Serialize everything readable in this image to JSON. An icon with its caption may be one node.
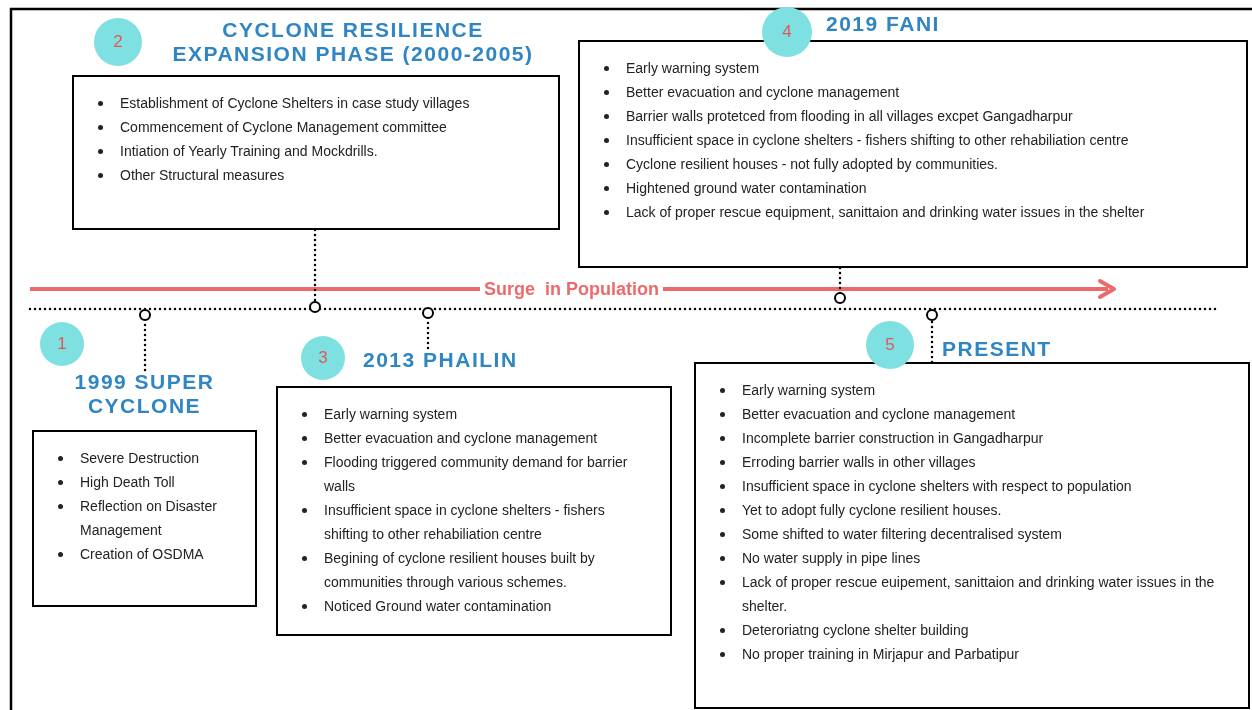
{
  "diagram": {
    "nodes": [
      {
        "text": [
          "1"
        ]
      },
      {
        "text": [
          "1999 SUPER CYCLONE",
          "Severe Destruction",
          "High Death Toll",
          "Reflection on Disaster Management",
          "Creation of OSDMA"
        ]
      },
      {
        "text": [
          "2"
        ]
      },
      {
        "text": [
          "CYCLONE RESILIENCE EXPANSION PHASE (2000-2005)",
          "Establishment of Cyclone Shelters in case study villages",
          "Commencement of Cyclone Management committee",
          "Intiation of Yearly Training and Mockdrills.",
          "Other Structural measures"
        ]
      },
      {
        "text": [
          "3"
        ]
      },
      {
        "text": [
          "2013 PHAILIN",
          "Early warning system",
          "Better evacuation and cyclone management",
          "Flooding triggered community demand for barrier walls",
          "Insufficient space in cyclone shelters - fishers shifting to other rehabiliation centre",
          "Begining of cyclone resilient houses  built by communities through various schemes.",
          "Noticed Ground water contamination"
        ]
      },
      {
        "text": [
          "4"
        ]
      },
      {
        "text": [
          "2019 FANI",
          "Early warning system",
          "Better evacuation and cyclone management",
          "Barrier walls protetced from flooding in all villages excpet Gangadharpur",
          "Insufficient space in cyclone shelters - fishers shifting to other rehabiliation centre",
          "Cyclone resilient houses - not fully adopted by communities.",
          "Hightened ground water contamination",
          "Lack of proper rescue equipment, sanittaion and drinking water issues in the shelter"
        ]
      },
      {
        "text": [
          "5"
        ]
      },
      {
        "text": [
          "PRESENT",
          "Early warning system",
          "Better evacuation and cyclone management",
          "Incomplete barrier construction in Gangadharpur",
          "Erroding barrier walls in other villages",
          "Insufficient space in cyclone shelters with respect to population",
          "Yet to adopt fully cyclone resilient houses.",
          "Some shifted to water filtering decentralised system",
          "No water supply in pipe lines",
          "Lack of proper rescue euipement, sanittaion and drinking water  issues in the shelter.",
          "Deteroriatng cyclone shelter building",
          "No proper training in Mirjapur and Parbatipur"
        ]
      },
      {
        "text": [],
        "shape": "circle"
      },
      {
        "text": [],
        "shape": "circle"
      },
      {
        "text": [],
        "shape": "circle"
      },
      {
        "text": [],
        "shape": "circle"
      },
      {
        "text": [],
        "shape": "circle"
      }
    ],
    "edges": [
      {
        "from": 1,
        "to": 10,
        "arrow": "none",
        "style": "dashed"
      },
      {
        "from": 3,
        "to": 11,
        "arrow": "none",
        "style": "dashed"
      },
      {
        "from": 5,
        "to": 12,
        "arrow": "none",
        "style": "dashed"
      },
      {
        "from": 7,
        "to": 13,
        "arrow": "none",
        "style": "dashed"
      },
      {
        "from": 9,
        "to": 14,
        "arrow": "none",
        "style": "dashed"
      }
    ],
    "labels": [
      "Surge  in Population"
    ]
  }
}
